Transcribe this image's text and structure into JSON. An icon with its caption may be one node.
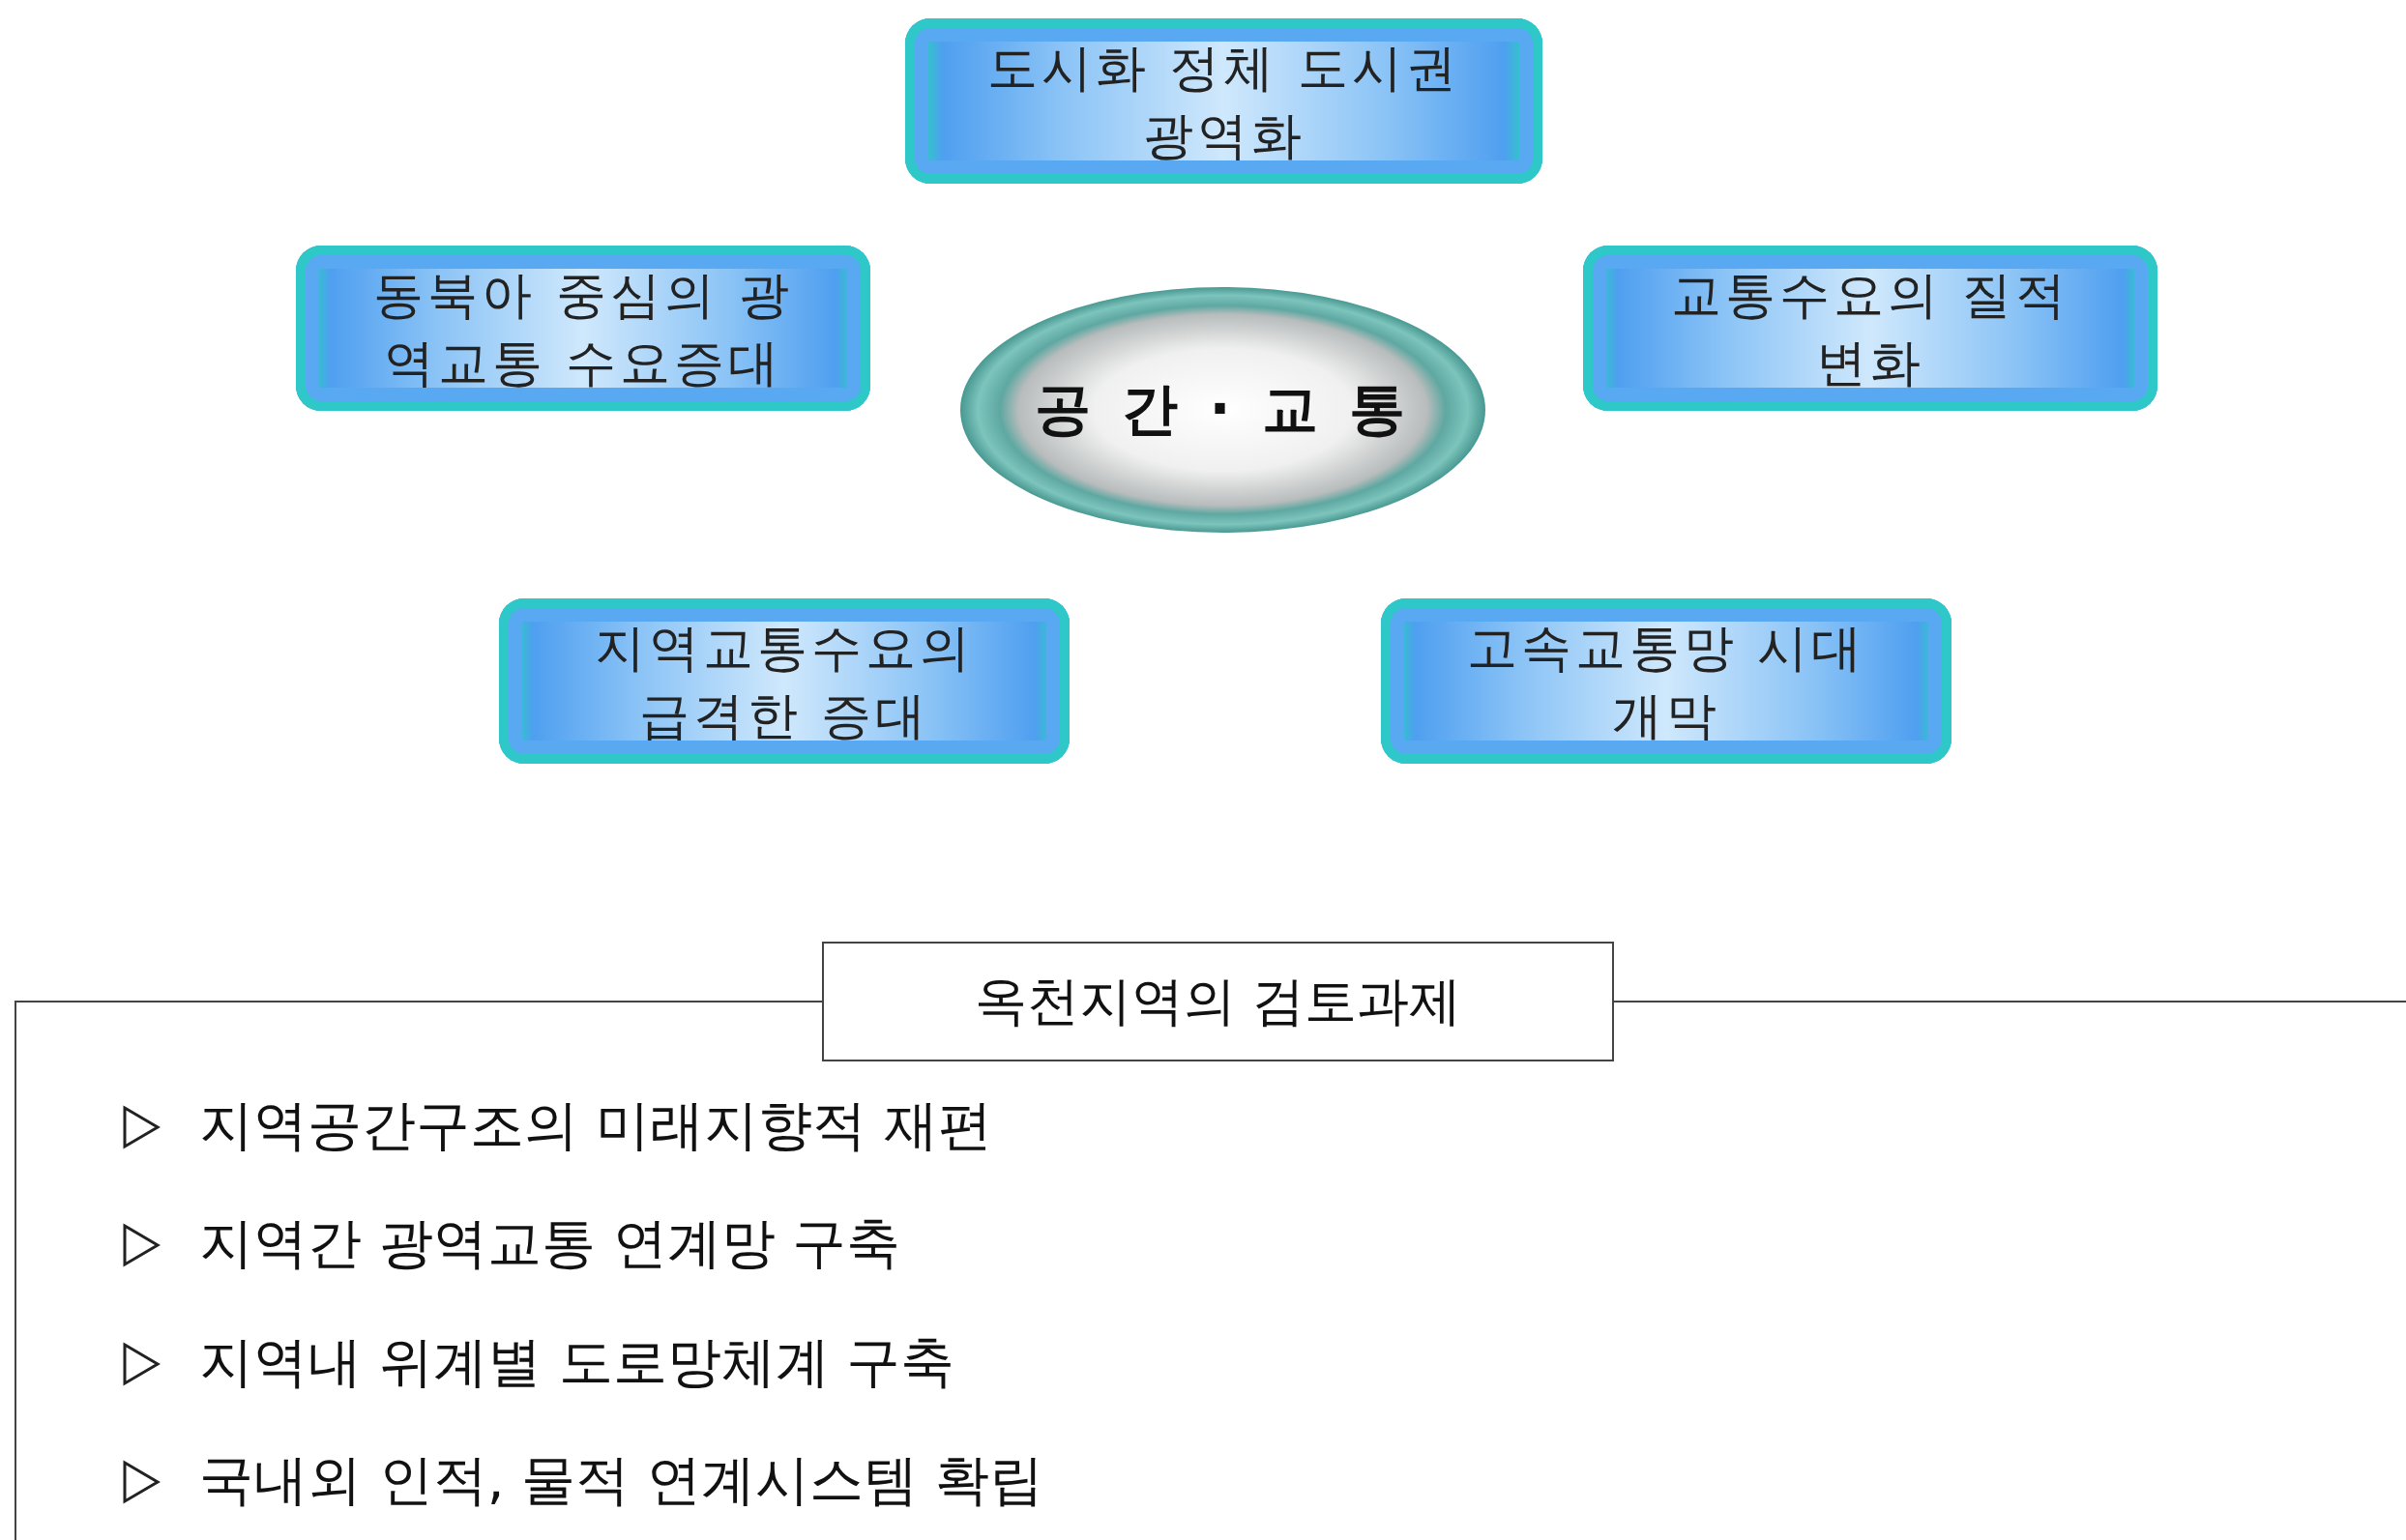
{
  "diagram": {
    "nodes": [
      {
        "text": [
          "도시화 정체 도시권 광역화"
        ]
      },
      {
        "text": [
          "동북아 중심의 광역교통 수요증대"
        ]
      },
      {
        "text": [
          "공 간 · 교 통"
        ]
      },
      {
        "text": [
          "교통수요의 질적 변화"
        ]
      },
      {
        "text": [
          "지역교통수요의 급격한 증대"
        ]
      },
      {
        "text": [
          "고속교통망 시대 개막"
        ]
      },
      {
        "text": [
          "옥천지역의 검토과제"
        ]
      }
    ],
    "labels": [
      "지역공간구조의 미래지향적 재편",
      "지역간 광역교통 연계망 구축",
      "지역내 위계별 도로망체계 구축",
      "국내외 인적, 물적 연계시스템 확립"
    ]
  }
}
